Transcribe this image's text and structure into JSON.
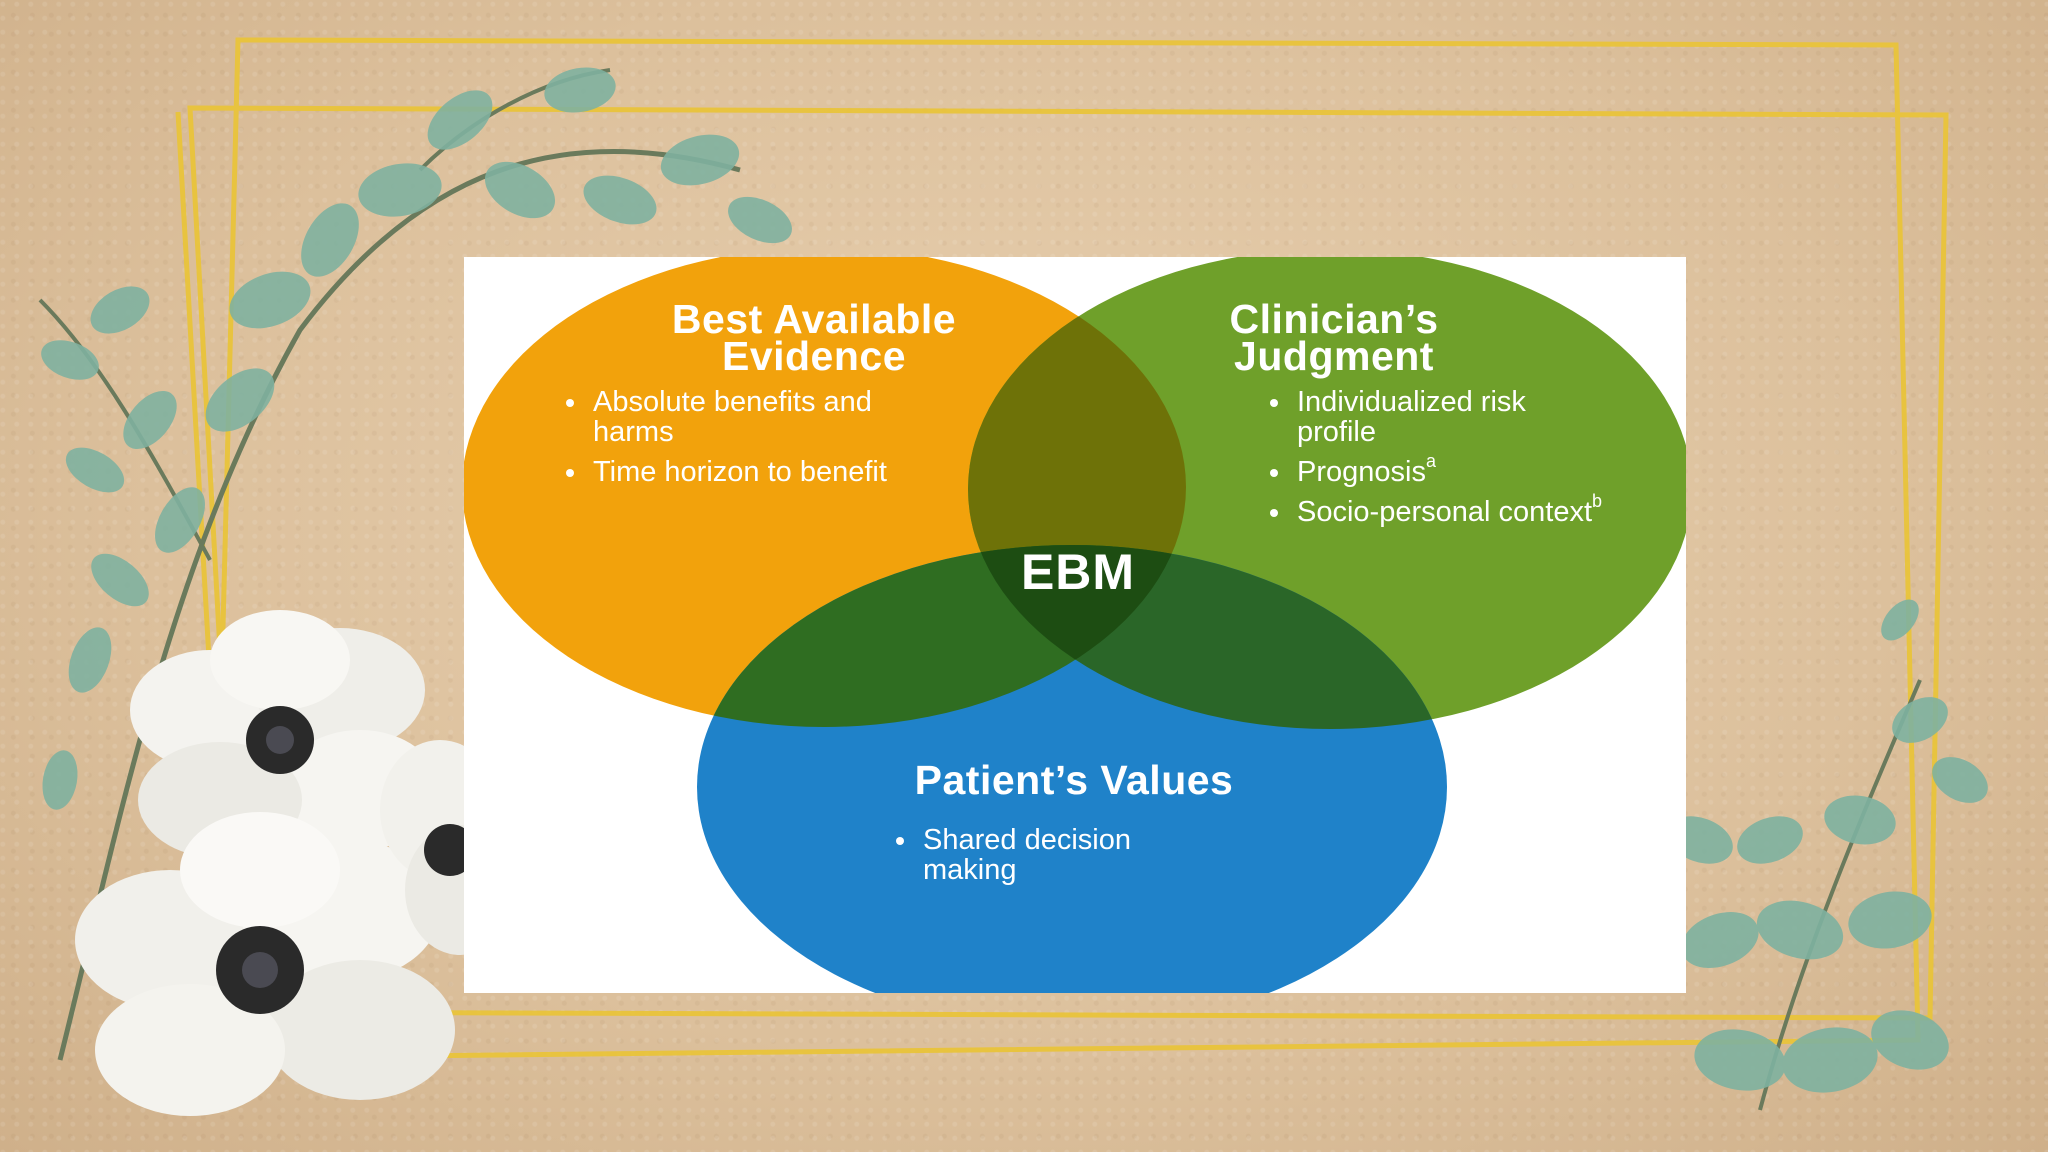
{
  "diagram": {
    "type": "venn",
    "center_label": "EBM",
    "circles": [
      {
        "title_lines": [
          "Best Available",
          "Evidence"
        ],
        "bullets": [
          "Absolute benefits and harms",
          "Time horizon to benefit"
        ],
        "color": "#f2a20c"
      },
      {
        "title_lines": [
          "Clinician’s",
          "Judgment"
        ],
        "bullets": [
          "Individualized risk profile",
          "Prognosis",
          "Socio-personal context"
        ],
        "superscripts": [
          "",
          "a",
          "b"
        ],
        "color": "#6fa02a"
      },
      {
        "title_lines": [
          "Patient’s Values"
        ],
        "bullets": [
          "Shared decision making"
        ],
        "color": "#1f82c9"
      }
    ],
    "overlap_colors": {
      "evidence_judgment": "#6e7208",
      "evidence_values": "#2f6d21",
      "judgment_values": "#2a6628",
      "center": "#1d4d12"
    }
  },
  "decoration": {
    "frame_color": "#e9c43b",
    "leaf_color": "#7fb2a0",
    "flower_color": "#f4f3ef",
    "flower_center_color": "#2a2a2a",
    "icons": [
      "eucalyptus-leaf-icon",
      "anemone-flower-icon"
    ]
  }
}
